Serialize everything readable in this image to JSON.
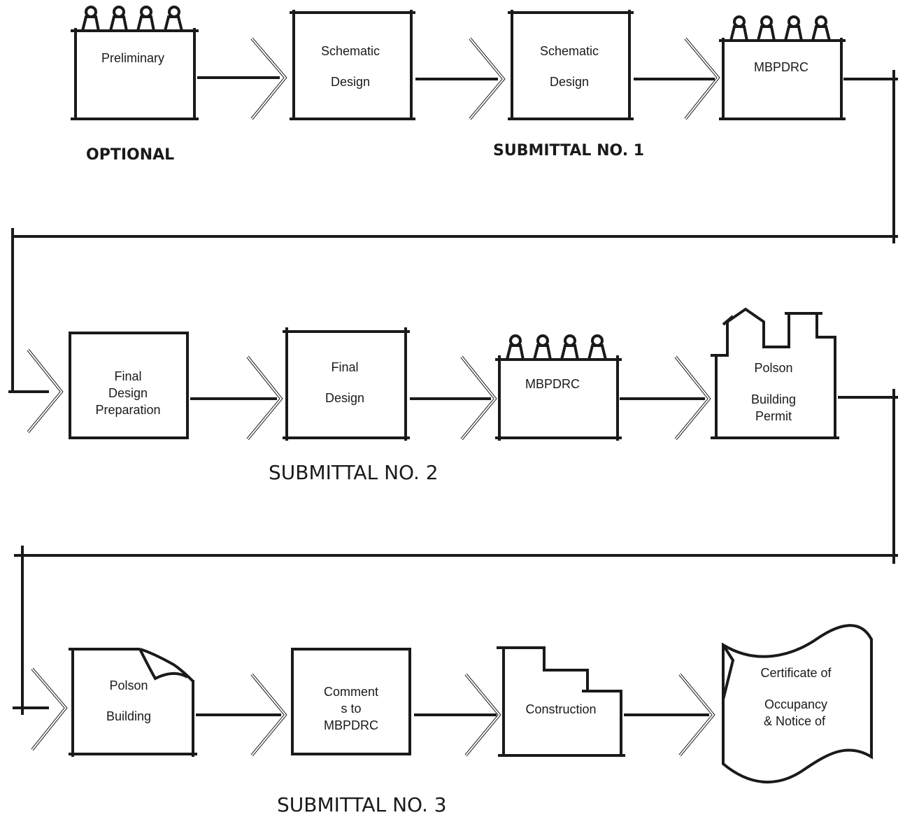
{
  "steps": {
    "preliminary": {
      "lines": [
        "Preliminary"
      ],
      "icon": "stamp-rings-icon"
    },
    "schematic_1": {
      "lines": [
        "Schematic",
        "Design"
      ]
    },
    "schematic_2": {
      "lines": [
        "Schematic",
        "Design"
      ]
    },
    "mbpdrc_1": {
      "lines": [
        "MBPDRC"
      ],
      "icon": "stamp-rings-icon"
    },
    "final_prep": {
      "lines": [
        "Final",
        "Design",
        "Preparation"
      ]
    },
    "final_design": {
      "lines": [
        "Final",
        "Design"
      ]
    },
    "mbpdrc_2": {
      "lines": [
        "MBPDRC"
      ],
      "icon": "stamp-rings-icon"
    },
    "polson_permit": {
      "lines": [
        "Polson",
        "Building",
        "Permit"
      ],
      "icon": "building-outline-icon"
    },
    "polson_building": {
      "lines": [
        "Polson",
        "Building"
      ],
      "icon": "folded-corner-icon"
    },
    "comments": {
      "lines": [
        "Comment",
        "s to",
        "MBPDRC"
      ]
    },
    "construction": {
      "lines": [
        "Construction"
      ],
      "icon": "stepped-outline-icon"
    },
    "certificate": {
      "lines": [
        "Certificate of",
        "Occupancy",
        "& Notice of"
      ],
      "icon": "curved-document-icon"
    }
  },
  "captions": {
    "optional": "OPTIONAL",
    "submittal_1": "SUBMITTAL NO. 1",
    "submittal_2": "SUBMITTAL NO. 2",
    "submittal_3": "SUBMITTAL NO. 3"
  },
  "colors": {
    "ink": "#1a1a1a",
    "background": "#ffffff"
  }
}
